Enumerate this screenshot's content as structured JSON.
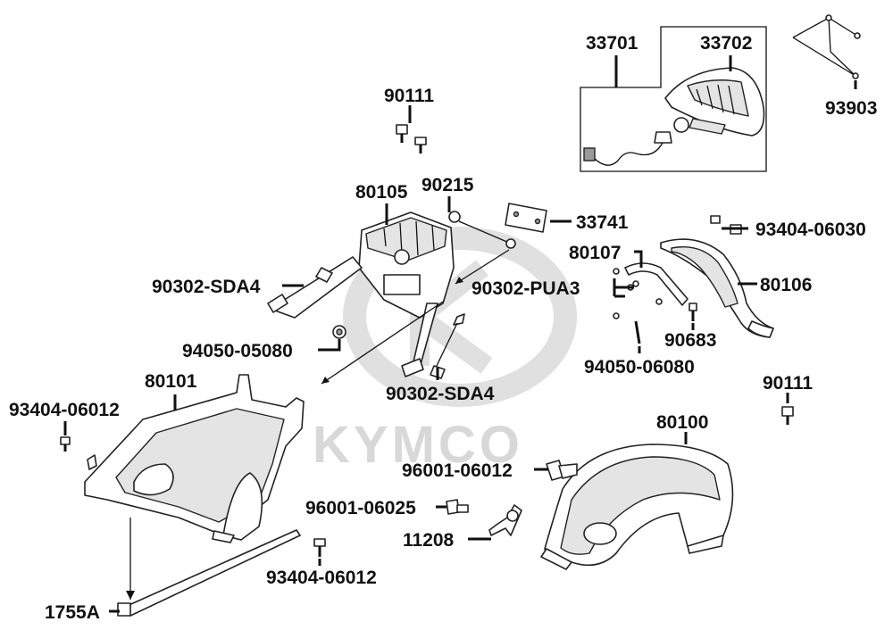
{
  "watermark": {
    "brand": "KYMCO"
  },
  "callouts": [
    {
      "id": "33701",
      "text": "33701"
    },
    {
      "id": "33702",
      "text": "33702"
    },
    {
      "id": "93903",
      "text": "93903"
    },
    {
      "id": "90111-top",
      "text": "90111"
    },
    {
      "id": "80105",
      "text": "80105"
    },
    {
      "id": "90215",
      "text": "90215"
    },
    {
      "id": "33741",
      "text": "33741"
    },
    {
      "id": "93404-06030",
      "text": "93404-06030"
    },
    {
      "id": "80107",
      "text": "80107"
    },
    {
      "id": "90302-SDA4-a",
      "text": "90302-SDA4"
    },
    {
      "id": "90302-PUA3",
      "text": "90302-PUA3"
    },
    {
      "id": "80106",
      "text": "80106"
    },
    {
      "id": "90683",
      "text": "90683"
    },
    {
      "id": "94050-05080",
      "text": "94050-05080"
    },
    {
      "id": "94050-06080",
      "text": "94050-06080"
    },
    {
      "id": "80101",
      "text": "80101"
    },
    {
      "id": "90302-SDA4-b",
      "text": "90302-SDA4"
    },
    {
      "id": "90111-right",
      "text": "90111"
    },
    {
      "id": "93404-06012-a",
      "text": "93404-06012"
    },
    {
      "id": "80100",
      "text": "80100"
    },
    {
      "id": "96001-06012",
      "text": "96001-06012"
    },
    {
      "id": "96001-06025",
      "text": "96001-06025"
    },
    {
      "id": "11208",
      "text": "11208"
    },
    {
      "id": "93404-06012-b",
      "text": "93404-06012"
    },
    {
      "id": "1755A",
      "text": "1755A"
    }
  ]
}
